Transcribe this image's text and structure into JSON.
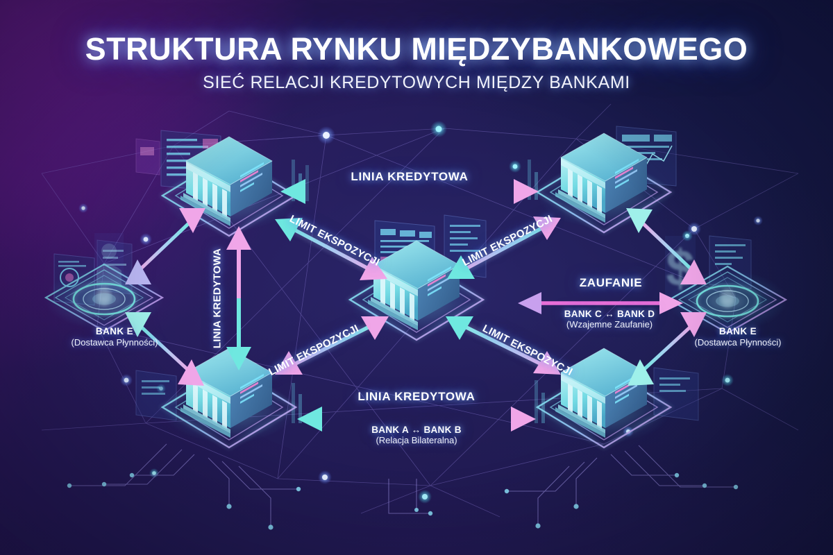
{
  "header": {
    "title": "STRUKTURA RYNKU MIĘDZYBANKOWEGO",
    "subtitle": "SIEĆ RELACJI KREDYTOWYCH MIĘDZY BANKAMI"
  },
  "colors": {
    "cyan": "#6FE8E0",
    "pink": "#F0A6E8",
    "magenta": "#E86FD8",
    "white": "#FFFFFF",
    "bg_purple": "#5B1A7A",
    "bg_navy": "#131A45",
    "bg_indigo": "#221448",
    "building": "#7FE3E8"
  },
  "nodes": [
    {
      "id": "bank-a",
      "name": "bank-node-top-left",
      "icon": "bank-building-icon",
      "label": "",
      "sublabel": ""
    },
    {
      "id": "bank-b",
      "name": "bank-node-top-right",
      "icon": "bank-building-icon",
      "label": "",
      "sublabel": ""
    },
    {
      "id": "bank-c",
      "name": "bank-node-bottom-left",
      "icon": "bank-building-icon",
      "label": "",
      "sublabel": ""
    },
    {
      "id": "bank-d",
      "name": "bank-node-bottom-right",
      "icon": "bank-building-icon",
      "label": "",
      "sublabel": ""
    },
    {
      "id": "bank-center",
      "name": "bank-node-center",
      "icon": "bank-building-icon",
      "label": "",
      "sublabel": ""
    },
    {
      "id": "bank-e-left",
      "name": "liquidity-node-left",
      "icon": "liquidity-hub-icon",
      "label": "BANK E",
      "sublabel": "(Dostawca Płynności)"
    },
    {
      "id": "bank-e-right",
      "name": "liquidity-node-right",
      "icon": "liquidity-hub-icon",
      "label": "BANK E",
      "sublabel": "(Dostawca Płynności)"
    }
  ],
  "connections": {
    "top_credit_line": {
      "label": "LINIA KREDYTOWA",
      "detail": "",
      "subdetail": ""
    },
    "bottom_credit_line": {
      "label": "LINIA KREDYTOWA",
      "detail": "BANK A ↔ BANK B",
      "subdetail": "(Relacja Bilateralna)"
    },
    "left_credit_line": {
      "label": "LINIA KREDYTOWA",
      "detail": "",
      "subdetail": ""
    },
    "trust_line": {
      "label": "ZAUFANIE",
      "detail": "BANK C ↔ BANK D",
      "subdetail": "(Wzajemne Zaufanie)"
    },
    "exposure_tl": {
      "label": "LIMIT EKSPOZYCJI",
      "detail": "",
      "subdetail": ""
    },
    "exposure_tr": {
      "label": "LIMIT EKSPOZYCJI",
      "detail": "",
      "subdetail": ""
    },
    "exposure_bl": {
      "label": "LIMIT EKSPOZYCJI",
      "detail": "",
      "subdetail": ""
    },
    "exposure_br": {
      "label": "LIMIT EKSPOZYCJI",
      "detail": "",
      "subdetail": ""
    }
  }
}
